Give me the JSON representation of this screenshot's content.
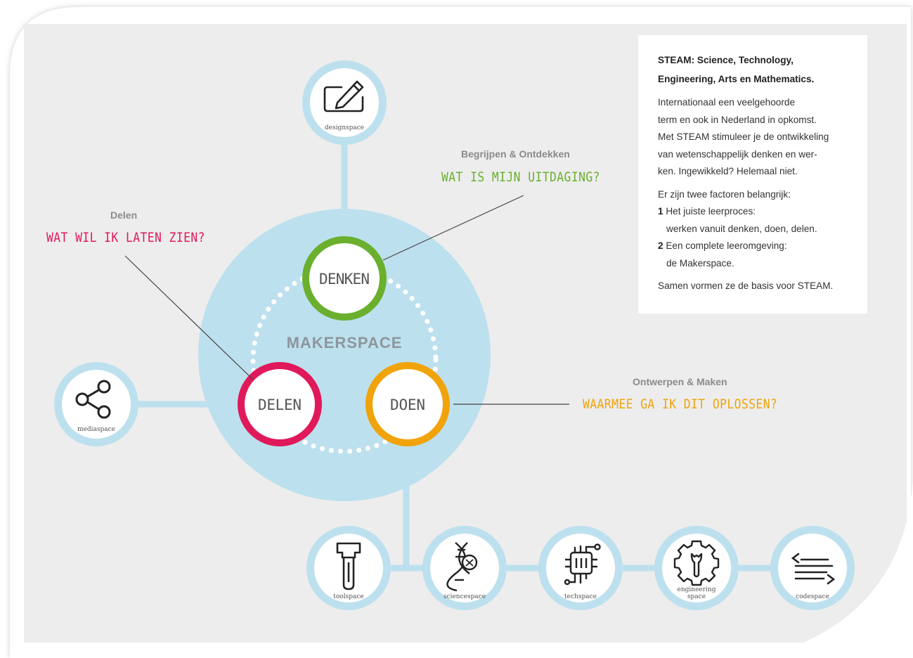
{
  "center": {
    "label": "MAKERSPACE"
  },
  "stages": {
    "denken": {
      "label": "DENKEN",
      "color": "#6ab02e"
    },
    "delen": {
      "label": "DELEN",
      "color": "#e0195a"
    },
    "doen": {
      "label": "DOEN",
      "color": "#f0a30a"
    }
  },
  "callouts": {
    "denken": {
      "heading": "Begrijpen & Ontdekken",
      "question": "WAT IS MIJN UITDAGING?"
    },
    "delen": {
      "heading": "Delen",
      "question": "WAT WIL IK LATEN ZIEN?"
    },
    "doen": {
      "heading": "Ontwerpen & Maken",
      "question": "WAARMEE GA IK DIT OPLOSSEN?"
    }
  },
  "spaces": {
    "designspace": {
      "label": "designspace",
      "icon": "pencil-drawing-icon"
    },
    "mediaspace": {
      "label": "mediaspace",
      "icon": "share-icon"
    },
    "toolspace": {
      "label": "toolspace",
      "icon": "hammer-icon"
    },
    "sciencespace": {
      "label": "sciencespace",
      "icon": "dna-icon"
    },
    "techspace": {
      "label": "techspace",
      "icon": "chip-icon"
    },
    "engineering": {
      "label_line1": "engineering",
      "label_line2": "space",
      "icon": "gear-wrench-icon"
    },
    "codespace": {
      "label": "codespace",
      "icon": "code-icon"
    }
  },
  "infobox": {
    "title_line1": "STEAM: Science, Technology,",
    "title_line2": "Engineering, Arts en Mathematics.",
    "para1": [
      "Internationaal een veelgehoorde",
      "term en ook in Nederland in opkomst.",
      "Met STEAM stimuleer je de ontwikkeling",
      "van wetenschappelijk denken en wer-",
      "ken. Ingewikkeld? Helemaal niet."
    ],
    "para2_intro": "Er zijn twee factoren belangrijk:",
    "item1_num": "1",
    "item1_text": "Het juiste leerproces:",
    "item1_sub": "werken vanuit denken, doen, delen.",
    "item2_num": "2",
    "item2_text": "Een complete leeromgeving:",
    "item2_sub": "de Makerspace.",
    "closing": "Samen vormen ze de basis voor STEAM."
  },
  "colors": {
    "background": "#ededed",
    "light_blue": "#bde0ee",
    "icon_stroke": "#2a2a2a",
    "green": "#6ab02e",
    "pink": "#e0195a",
    "orange": "#f0a30a"
  }
}
